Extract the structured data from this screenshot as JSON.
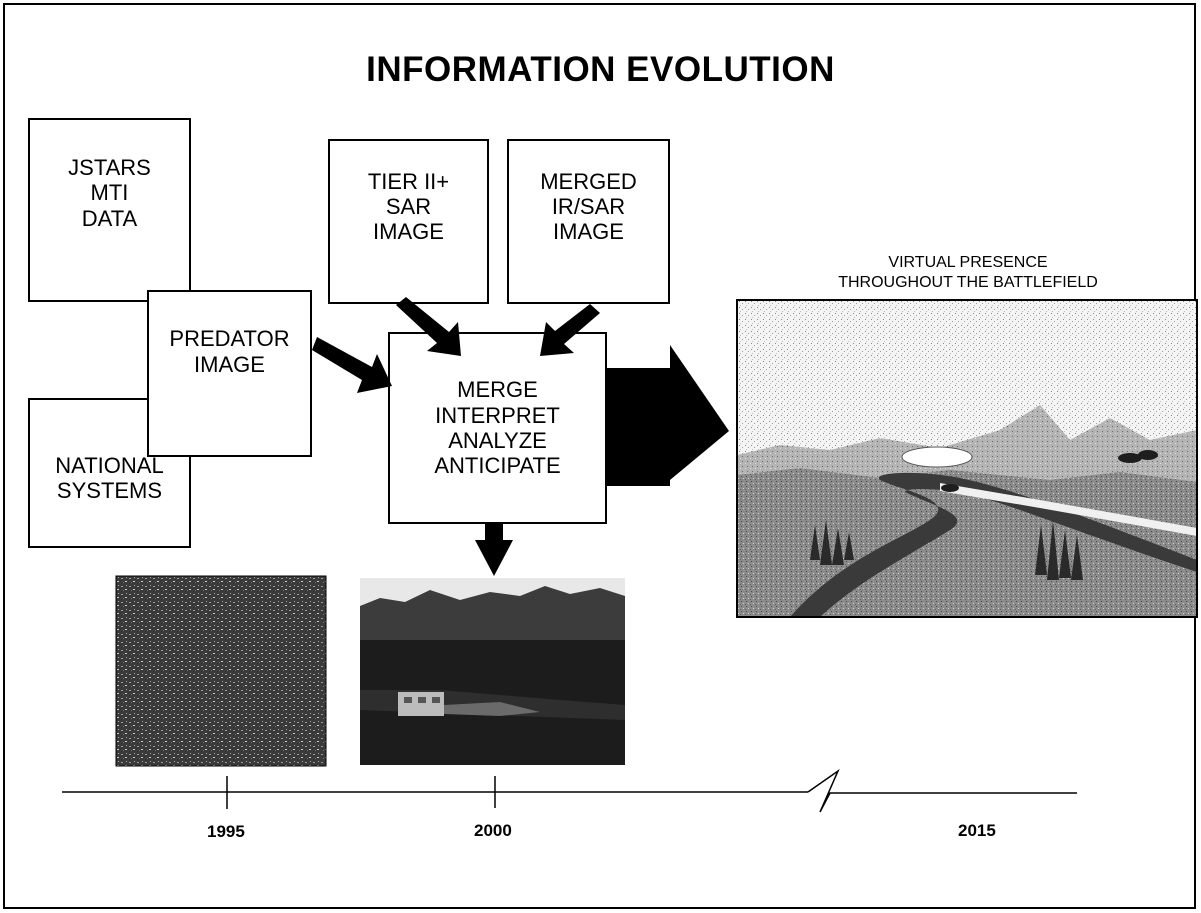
{
  "title": "INFORMATION EVOLUTION",
  "sources": {
    "jstars": "JSTARS\nMTI\nDATA",
    "national": "NATIONAL\nSYSTEMS",
    "predator": "PREDATOR\nIMAGE",
    "tier": "TIER II+\nSAR\nIMAGE",
    "merged": "MERGED\nIR/SAR\nIMAGE"
  },
  "process": "MERGE\nINTERPRET\nANALYZE\nANTICIPATE",
  "virtual_presence": "VIRTUAL PRESENCE\nTHROUGHOUT THE BATTLEFIELD",
  "timeline": {
    "years": [
      "1995",
      "2000",
      "2015"
    ]
  }
}
